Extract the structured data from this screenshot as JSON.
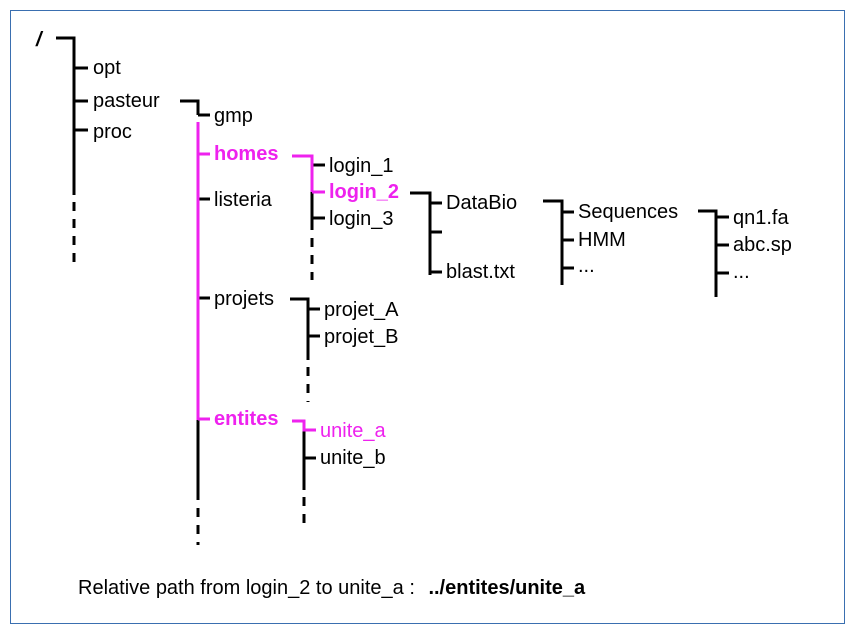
{
  "colors": {
    "highlight": "#ee22ee",
    "line": "#000000",
    "frame": "#3a6fb0"
  },
  "tree": {
    "root": "/",
    "level1": {
      "opt": "opt",
      "pasteur": "pasteur",
      "proc": "proc"
    },
    "pasteur_children": {
      "gmp": "gmp",
      "homes": "homes",
      "listeria": "listeria",
      "projets": "projets",
      "entites": "entites"
    },
    "homes_children": {
      "login_1": "login_1",
      "login_2": "login_2",
      "login_3": "login_3"
    },
    "login2_children": {
      "databio": "DataBio",
      "blast": "blast.txt"
    },
    "databio_children": {
      "sequences": "Sequences",
      "hmm": "HMM",
      "more": "..."
    },
    "sequences_children": {
      "qn1": "qn1.fa",
      "abc": "abc.sp",
      "more": "..."
    },
    "projets_children": {
      "projet_a": "projet_A",
      "projet_b": "projet_B"
    },
    "entites_children": {
      "unite_a": "unite_a",
      "unite_b": "unite_b"
    }
  },
  "caption": {
    "text": "Relative path from login_2 to unite_a : ",
    "path": "../entites/unite_a"
  }
}
